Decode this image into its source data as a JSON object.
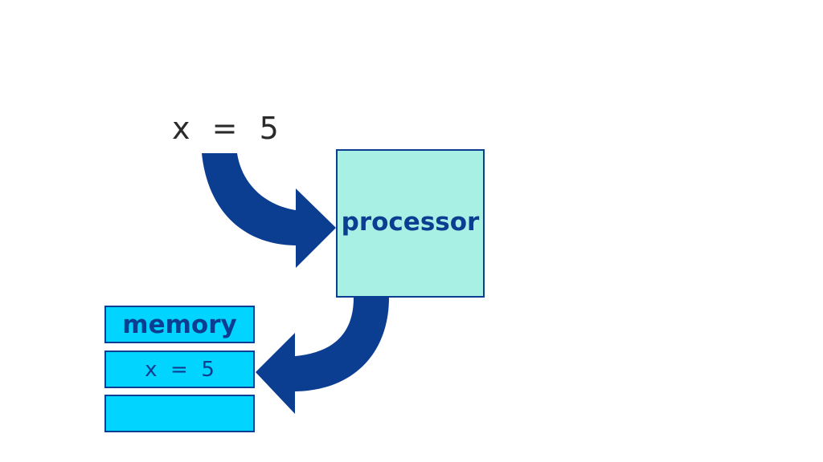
{
  "code": {
    "statement": "x  =  5"
  },
  "processor": {
    "label": "processor"
  },
  "memory": {
    "header": "memory",
    "cells": [
      "x  =  5",
      ""
    ]
  },
  "colors": {
    "arrow": "#0b3d91",
    "processor_fill": "#a8f0e4",
    "memory_fill": "#00d4ff",
    "border": "#0b3d91",
    "text_dark": "#2b2b2b"
  },
  "icons": [
    "curved-arrow-to-processor",
    "curved-arrow-to-memory"
  ]
}
